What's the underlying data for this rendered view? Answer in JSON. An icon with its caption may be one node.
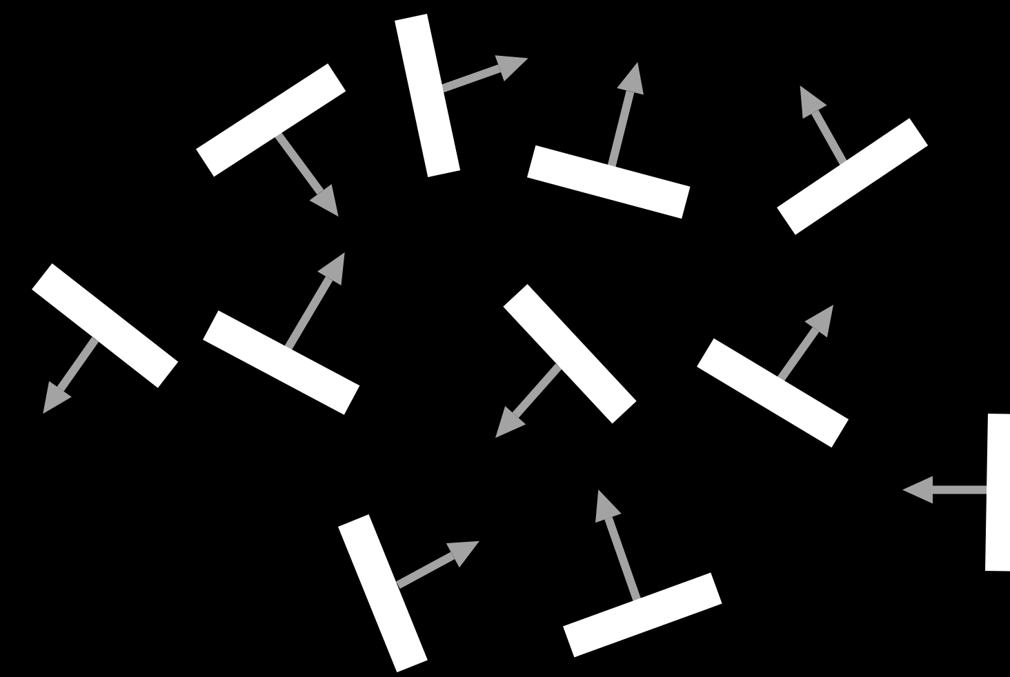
{
  "diagram": {
    "nodes": [
      {
        "text": [],
        "shape": "bar"
      },
      {
        "text": [],
        "shape": "bar"
      },
      {
        "text": [],
        "shape": "bar"
      },
      {
        "text": [],
        "shape": "bar"
      },
      {
        "text": [],
        "shape": "bar"
      },
      {
        "text": [],
        "shape": "bar"
      },
      {
        "text": [],
        "shape": "bar"
      },
      {
        "text": [],
        "shape": "bar"
      },
      {
        "text": [],
        "shape": "bar"
      },
      {
        "text": [],
        "shape": "bar"
      },
      {
        "text": [],
        "shape": "bar"
      }
    ]
  }
}
